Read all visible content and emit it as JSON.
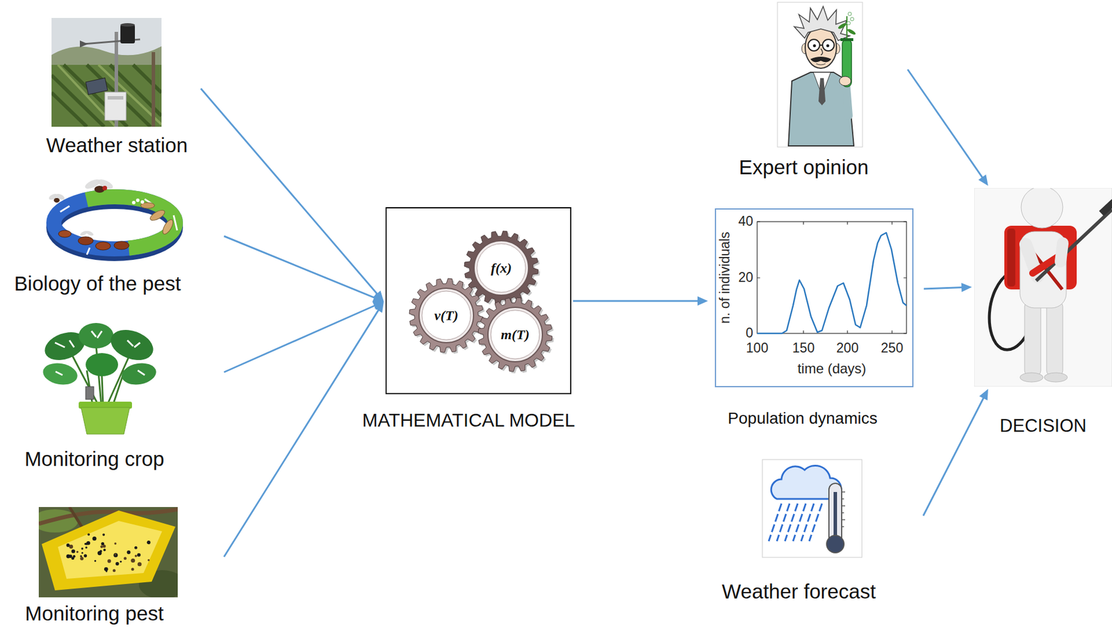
{
  "diagram": {
    "nodes": [
      {
        "text": [
          "Weather station"
        ]
      },
      {
        "text": [
          "Biology of the pest"
        ]
      },
      {
        "text": [
          "Monitoring crop"
        ]
      },
      {
        "text": [
          "Monitoring pest"
        ]
      },
      {
        "text": [
          "MATHEMATICAL MODEL"
        ]
      },
      {
        "text": [
          "f(x)"
        ],
        "in": 4
      },
      {
        "text": [
          "v(T)"
        ],
        "in": 4
      },
      {
        "text": [
          "m(T)"
        ],
        "in": 4
      },
      {
        "text": [
          "Expert opinion"
        ]
      },
      {
        "text": [
          "Population dynamics"
        ]
      },
      {
        "text": [
          "Weather forecast"
        ]
      },
      {
        "text": [
          "DECISION"
        ]
      }
    ],
    "edges": [
      {
        "from": 0,
        "to": 4,
        "arrow": "to"
      },
      {
        "from": 1,
        "to": 4,
        "arrow": "to"
      },
      {
        "from": 2,
        "to": 4,
        "arrow": "to"
      },
      {
        "from": 3,
        "to": 4,
        "arrow": "to"
      },
      {
        "from": 4,
        "to": 9,
        "arrow": "to"
      },
      {
        "from": 8,
        "to": 11,
        "arrow": "to"
      },
      {
        "from": 9,
        "to": 11,
        "arrow": "to"
      },
      {
        "from": 10,
        "to": 11,
        "arrow": "to"
      }
    ],
    "labels": [
      "40",
      "20",
      "0",
      "100",
      "150",
      "200",
      "250",
      "n. of individuals",
      "time (days)"
    ]
  }
}
